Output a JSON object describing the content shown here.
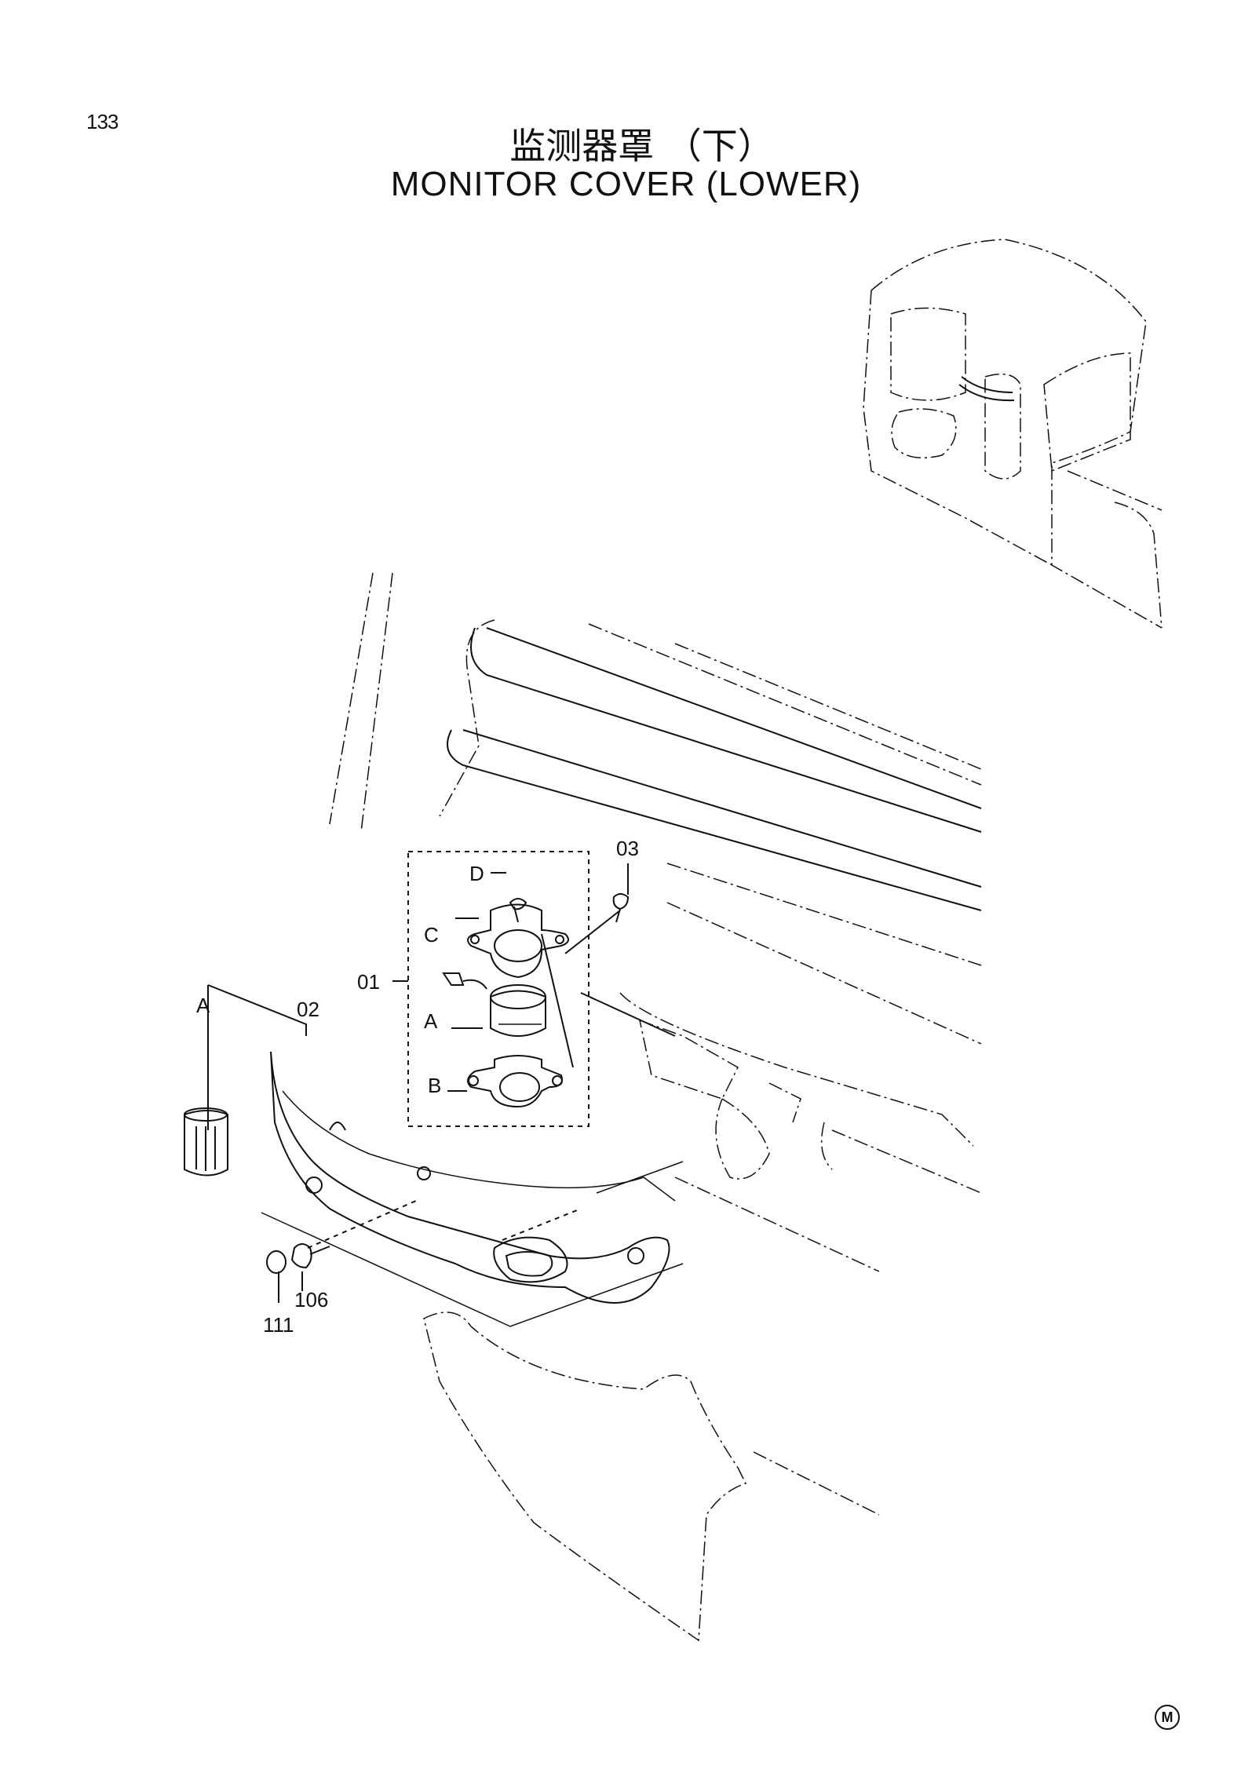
{
  "page": {
    "number": "133"
  },
  "title": {
    "chinese": "监测器罩 （下）",
    "english": "MONITOR COVER (LOWER)"
  },
  "diagram": {
    "part_labels": {
      "p01": "01",
      "p02": "02",
      "p03": "03",
      "p106": "106",
      "p111": "111"
    },
    "detail_labels": {
      "a_main": "A",
      "a_detail": "A",
      "b": "B",
      "c": "C",
      "d": "D"
    }
  },
  "footer": {
    "mark": "M"
  }
}
